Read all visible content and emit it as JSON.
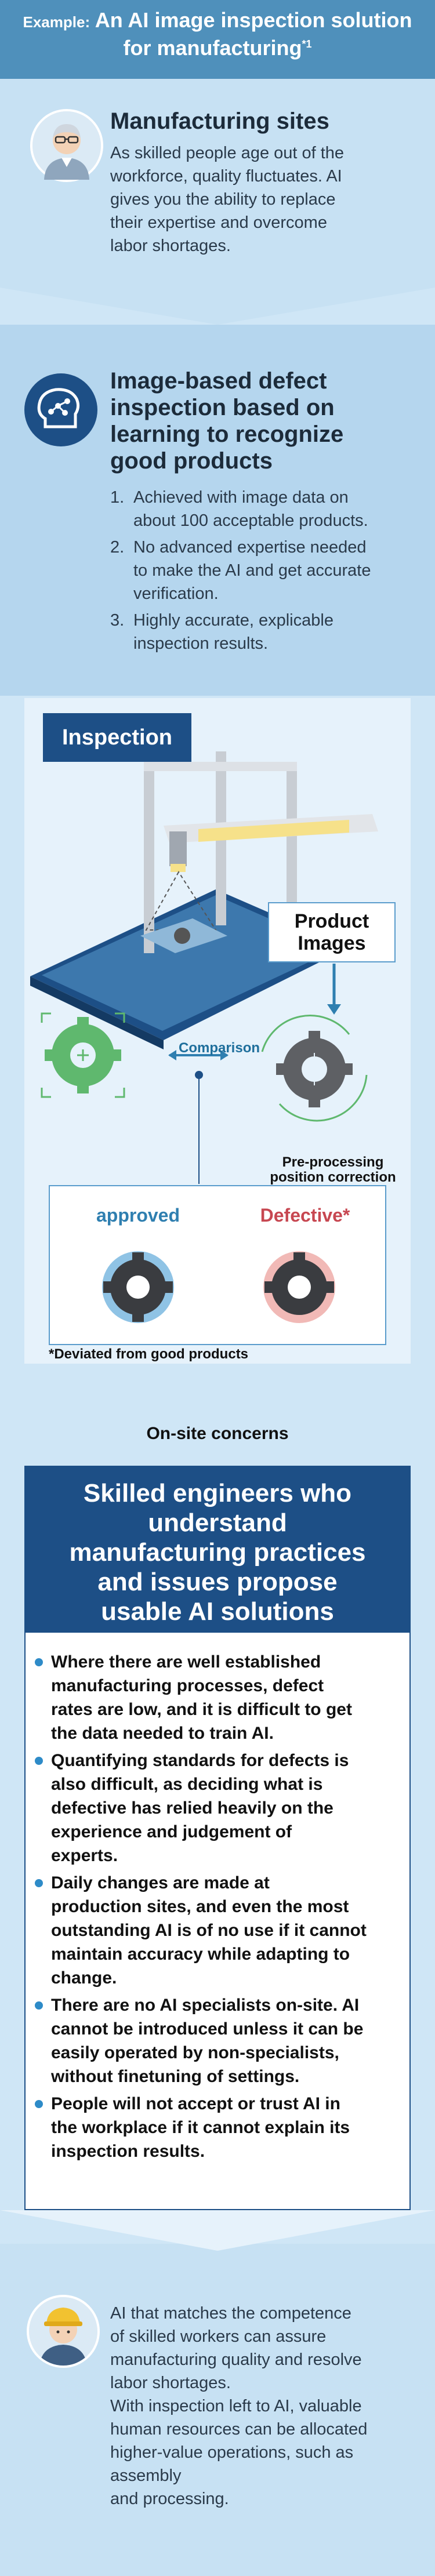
{
  "header": {
    "prefix": "Example:",
    "title_line1": "An AI image inspection solution",
    "title_line2": "for manufacturing",
    "footnote_mark": "*1"
  },
  "section_sites": {
    "title": "Manufacturing sites",
    "body_lines": [
      "As skilled people age out of the",
      "workforce, quality fluctuates. AI",
      "gives you the ability to replace",
      "their expertise and overcome",
      "labor shortages."
    ]
  },
  "section_inspection": {
    "title_lines": [
      "Image-based defect",
      "inspection based on",
      "learning to recognize",
      "good products"
    ],
    "items": [
      {
        "num": "1.",
        "text_lines": [
          "Achieved with image data on",
          "about 100 acceptable products."
        ]
      },
      {
        "num": "2.",
        "text_lines": [
          "No advanced expertise needed",
          "to make the AI and get accurate",
          "verification."
        ]
      },
      {
        "num": "3.",
        "text_lines": [
          "Highly accurate, explicable",
          "inspection results."
        ]
      }
    ]
  },
  "diagram": {
    "inspection_label": "Inspection",
    "product_images_line1": "Product",
    "product_images_line2": "Images",
    "comparison_label": "Comparison",
    "preprocessing_line1": "Pre-processing",
    "preprocessing_line2": "position correction",
    "approved_label": "approved",
    "defective_label": "Defective*",
    "footnote": "*Deviated from good products",
    "colors": {
      "good": "#5fb86e",
      "bad": "#c74751",
      "accent": "#2f7fb0"
    }
  },
  "concerns": {
    "heading": "On-site concerns",
    "box_title_lines": [
      "Skilled engineers who",
      "understand",
      "manufacturing practices",
      "and issues  propose",
      "usable AI solutions"
    ],
    "bullets": [
      [
        "Where there are well established",
        "manufacturing processes, defect",
        "rates are low, and it is difficult to get",
        "the data needed to train AI."
      ],
      [
        "Quantifying standards for defects is",
        "also difficult, as deciding what is",
        "defective has relied heavily on the",
        "experience and judgement of",
        "experts."
      ],
      [
        "Daily changes are made at",
        "production sites, and even the most",
        "outstanding AI is of no use if it cannot",
        "maintain accuracy while adapting to",
        "change."
      ],
      [
        "There are no AI specialists on-site. AI",
        "cannot be introduced unless it can be",
        "easily operated by non-specialists,",
        "without finetuning of settings."
      ],
      [
        "People will not accept or trust AI in",
        "the workplace if it cannot explain its",
        "inspection results."
      ]
    ]
  },
  "outcome": {
    "body_lines": [
      "AI that matches the competence",
      "of skilled workers can assure",
      "manufacturing quality and resolve",
      "labor shortages.",
      "With inspection left to AI, valuable",
      "human resources can be allocated",
      "higher-value operations, such as",
      "assembly",
      "and processing."
    ]
  }
}
